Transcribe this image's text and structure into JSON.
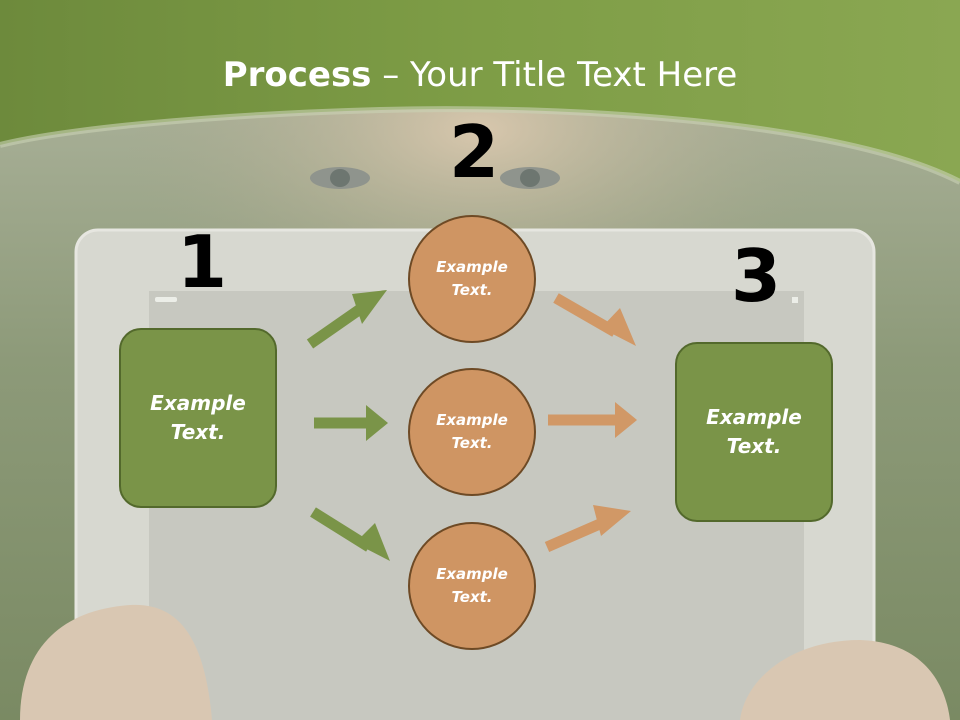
{
  "title": {
    "bold": "Process",
    "rest": " – Your Title Text Here"
  },
  "steps": {
    "one": "1",
    "two": "2",
    "three": "3"
  },
  "nodes": {
    "left_box": [
      "Example",
      "Text."
    ],
    "circle_top": [
      "Example",
      "Text."
    ],
    "circle_middle": [
      "Example",
      "Text."
    ],
    "circle_bottom": [
      "Example",
      "Text."
    ],
    "right_box": [
      "Example",
      "Text."
    ]
  },
  "colors": {
    "green_fill": "#7a9448",
    "green_border": "#53692c",
    "orange_fill": "#cf9563",
    "orange_border": "#6e4a25",
    "green_arrow": "#7a9448",
    "orange_arrow": "#d19866",
    "header_green": "#7e9d46"
  }
}
